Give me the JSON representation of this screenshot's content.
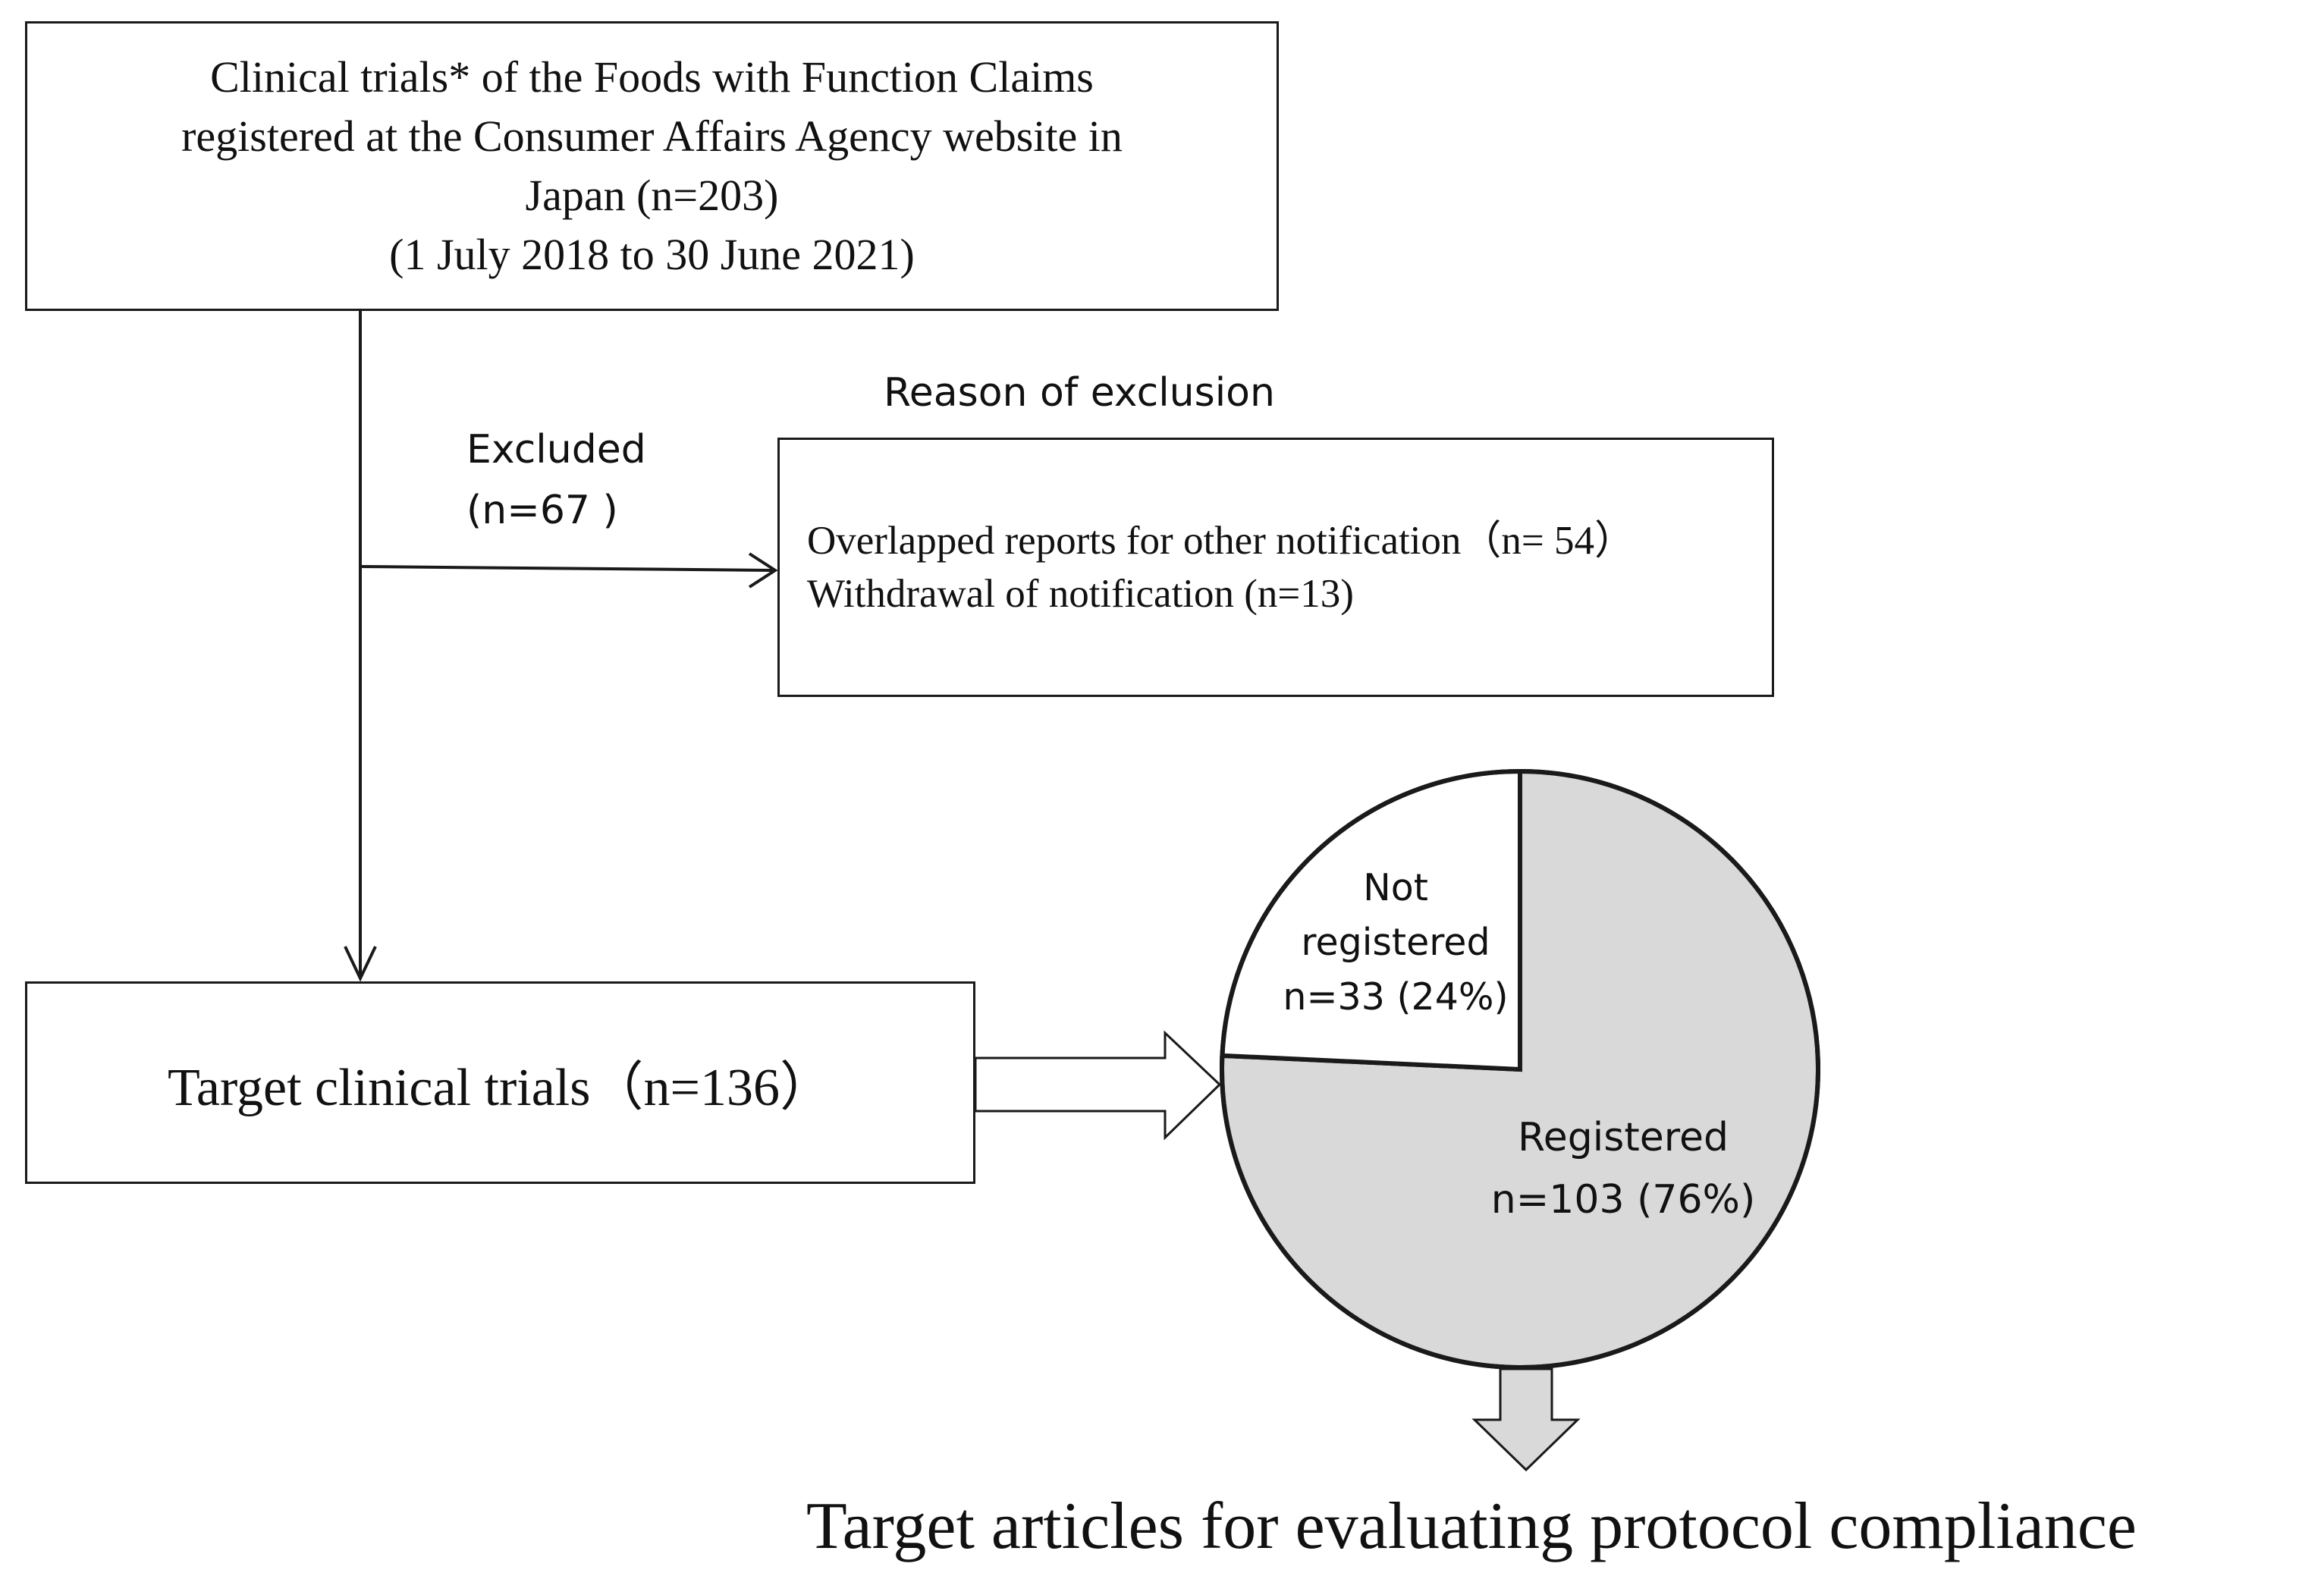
{
  "source_box": {
    "lines": [
      "Clinical trials* of the Foods with Function Claims",
      "registered at  the Consumer Affairs Agency website in",
      "Japan  (n=203)",
      "(1 July 2018 to 30 June 2021)"
    ]
  },
  "exclusion": {
    "label": "Excluded",
    "count": "(n=67 )",
    "reason_title": "Reason of exclusion",
    "reasons": [
      "Overlapped  reports for other notification（n= 54）",
      "Withdrawal of notification (n=13)"
    ]
  },
  "target_box": {
    "label": "Target clinical trials（n=136）"
  },
  "pie": {
    "not_registered": {
      "label_line1": "Not",
      "label_line2": "registered",
      "count": "n=33 (24%)",
      "value": 33,
      "color": "#ffffff"
    },
    "registered": {
      "label": "Registered",
      "count": "n=103 (76%)",
      "value": 103,
      "color": "#d9d9d9"
    }
  },
  "final": {
    "label": "Target articles for evaluating protocol compliance"
  },
  "colors": {
    "line": "#1a1a1a",
    "arrow_fill_white": "#ffffff",
    "arrow_fill_gray": "#d9d9d9"
  }
}
